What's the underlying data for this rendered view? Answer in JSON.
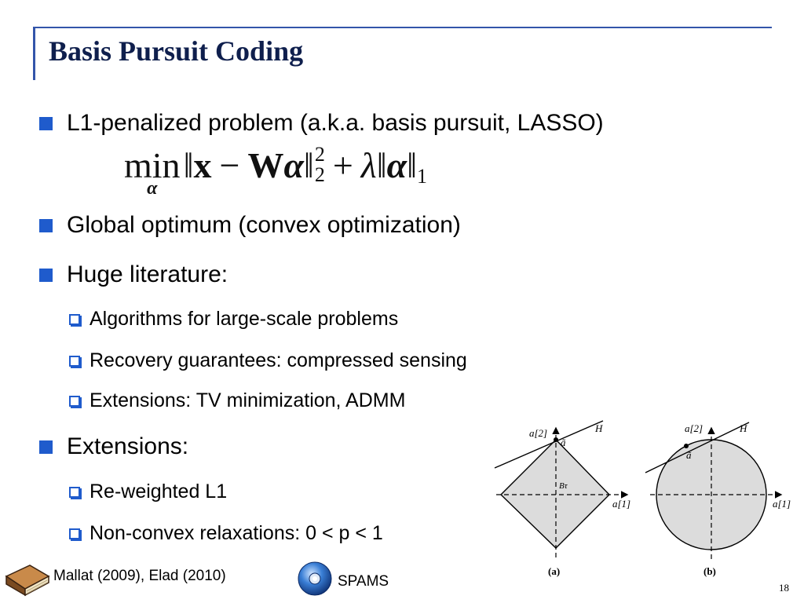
{
  "slide": {
    "title": "Basis Pursuit Coding",
    "page_number": "18"
  },
  "bullets": {
    "b1": "L1-penalized problem (a.k.a. basis pursuit, LASSO)",
    "b2": "Global optimum (convex optimization)",
    "b3": "Huge literature:",
    "b3_sub": [
      "Algorithms for large-scale problems",
      "Recovery guarantees: compressed sensing",
      "Extensions: TV minimization, ADMM"
    ],
    "b4": "Extensions:",
    "b4_sub": [
      "Re-weighted L1",
      "Non-convex relaxations: 0 < p < 1"
    ]
  },
  "formula": {
    "min": "min",
    "min_sub": "α",
    "x": "x",
    "minus": "−",
    "W": "W",
    "alpha": "α",
    "norm_sup": "2",
    "norm_sub": "2",
    "plus": "+",
    "lambda": "λ",
    "l1_sub": "1"
  },
  "figure": {
    "left": {
      "y_label": "a[2]",
      "x_label": "a[1]",
      "line_label": "H",
      "point_label": "ã",
      "region_label": "Bτ",
      "caption": "(a)"
    },
    "right": {
      "y_label": "a[2]",
      "x_label": "a[1]",
      "line_label": "H",
      "point_label": "ã",
      "caption": "(b)"
    }
  },
  "footer": {
    "reference": "Mallat (2009), Elad (2010)",
    "spams": "SPAMS"
  },
  "colors": {
    "accent": "#1f5bcc",
    "title": "#0f1f4d",
    "rule": "#3355aa",
    "fill": "#dcdcdc"
  },
  "icons": {
    "book": "book-icon",
    "cd": "cd-icon"
  }
}
